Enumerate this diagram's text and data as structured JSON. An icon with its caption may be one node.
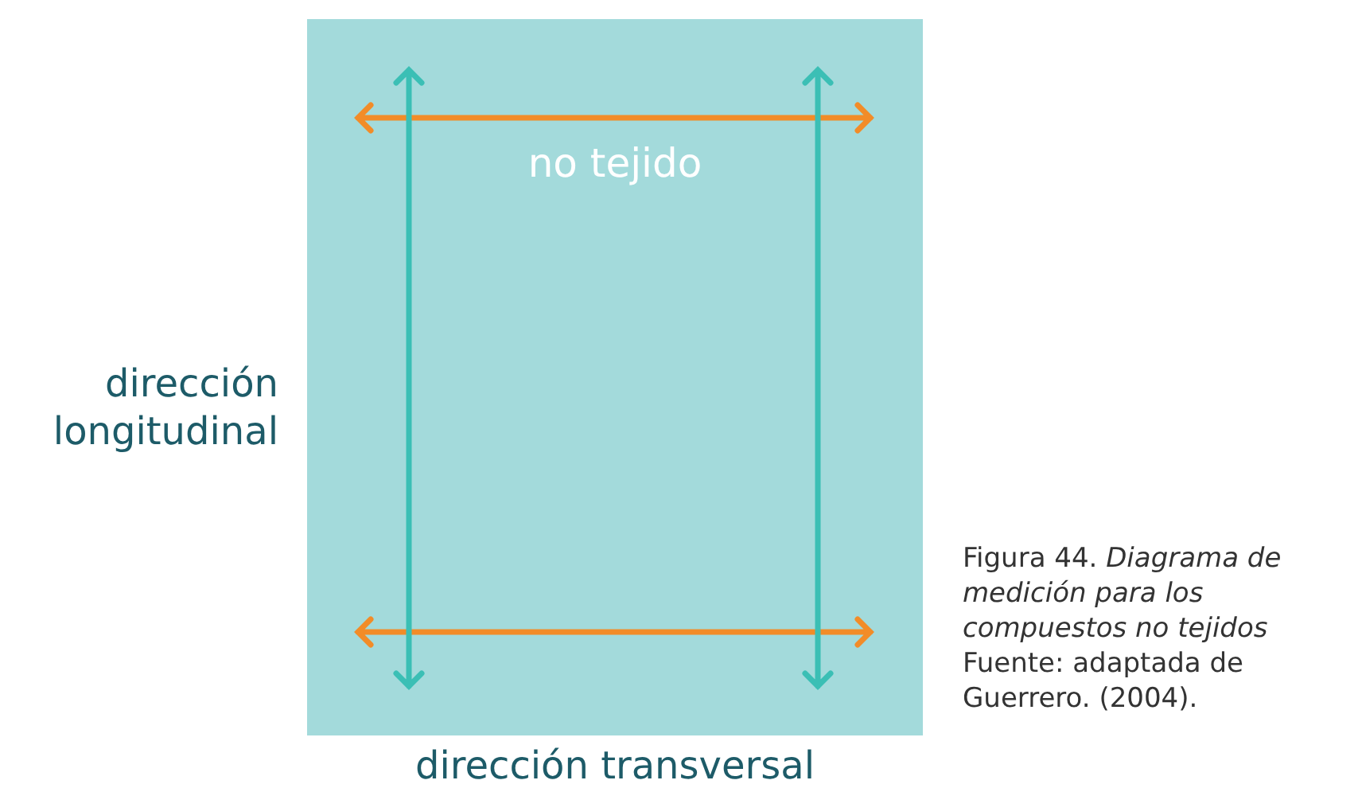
{
  "diagram": {
    "caption": "Figura 44. *Diagrama de medición para los compuestos no tejidos* Fuente: adaptada de Guerrero. (2004).",
    "nodes": [
      {
        "text": [
          "no tejido"
        ]
      }
    ],
    "labels": [
      "dirección longitudinal",
      "dirección transversal"
    ]
  }
}
